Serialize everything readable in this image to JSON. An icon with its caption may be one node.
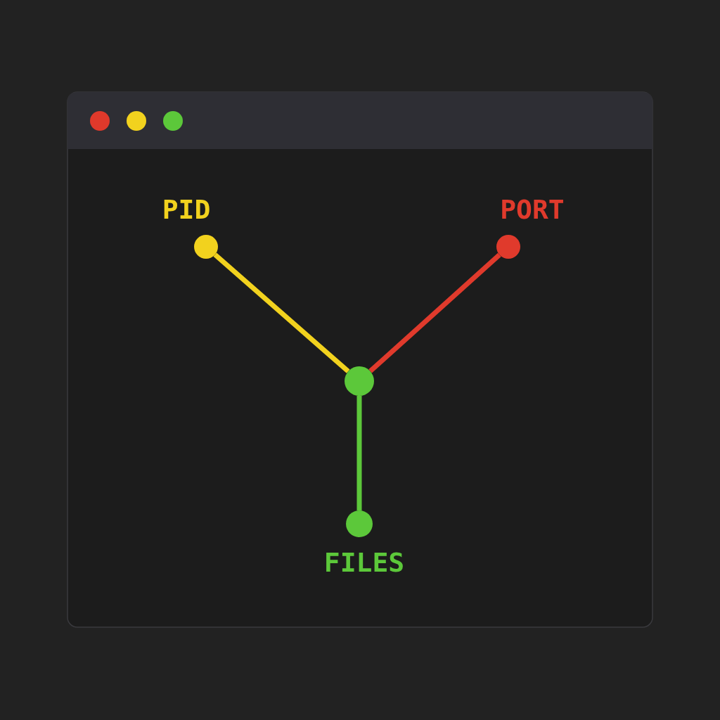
{
  "diagram": {
    "nodes": [
      {
        "text": [
          "PID"
        ]
      },
      {
        "text": [
          "PORT"
        ]
      },
      {
        "text": [],
        "shape": "circle"
      },
      {
        "text": [
          "FILES"
        ]
      }
    ],
    "edges": [
      {
        "from": 0,
        "to": 2,
        "arrow": "none",
        "color": "#f2d21e"
      },
      {
        "from": 1,
        "to": 2,
        "arrow": "none",
        "color": "#e03a2c"
      },
      {
        "from": 2,
        "to": 3,
        "arrow": "none",
        "color": "#5cc83a"
      }
    ]
  }
}
